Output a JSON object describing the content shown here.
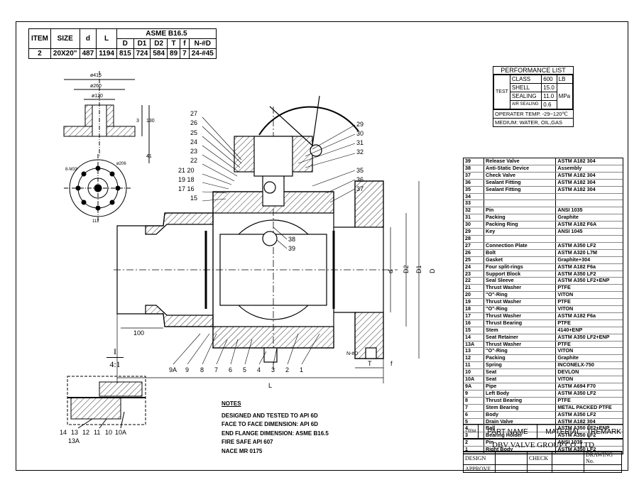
{
  "dims": {
    "headers_top": {
      "item": "ITEM",
      "size": "SIZE",
      "d": "d",
      "L": "L",
      "std": "ASME B16.5"
    },
    "headers_sub": [
      "D",
      "D1",
      "D2",
      "T",
      "f",
      "N-#D"
    ],
    "row": {
      "item": "2",
      "size": "20X20\"",
      "d": "487",
      "L": "1194",
      "D": "815",
      "D1": "724",
      "D2": "584",
      "T": "89",
      "f": "7",
      "N": "24-#45"
    }
  },
  "performance": {
    "title": "PERFORMANCE LIST",
    "test": "TEST",
    "class_label": "CLASS",
    "class_val": "600",
    "class_unit": "LB",
    "shell_label": "SHELL",
    "shell_val": "15.0",
    "sealing_label": "SEALING",
    "sealing_val": "11.0",
    "mpa": "MPa",
    "air_label": "AIR SEALING",
    "air_val": "0.6",
    "temp": "OPERATER TEMP.  -29~120℃",
    "medium": "MEDIUM: WATER, OIL,GAS"
  },
  "parts": [
    [
      "39",
      "Release Valve",
      "ASTM A182 304"
    ],
    [
      "38",
      "Anti-Static Device",
      "Assembly"
    ],
    [
      "37",
      "Check Valve",
      "ASTM A182 304"
    ],
    [
      "36",
      "Sealant Fitting",
      "ASTM A182 304"
    ],
    [
      "35",
      "Sealant Fitting",
      "ASTM A182 304"
    ],
    [
      "34",
      "",
      ""
    ],
    [
      "33",
      "",
      ""
    ],
    [
      "32",
      "Pin",
      "ANSI 1035"
    ],
    [
      "31",
      "Packing",
      "Graphite"
    ],
    [
      "30",
      "Packing Ring",
      "ASTM A182 F6A"
    ],
    [
      "29",
      "Key",
      "ANSI 1045"
    ],
    [
      "28",
      "",
      ""
    ],
    [
      "27",
      "Connection Plate",
      "ASTM A350 LF2"
    ],
    [
      "26",
      "Bolt",
      "ASTM A320 L7M"
    ],
    [
      "25",
      "Gasket",
      "Graphite+304"
    ],
    [
      "24",
      "Four split-rings",
      "ASTM A182 F6a"
    ],
    [
      "23",
      "Support Block",
      "ASTM A350 LF2"
    ],
    [
      "22",
      "Seal Sleeve",
      "ASTM A350 LF2+ENP"
    ],
    [
      "21",
      "Thrust Washer",
      "PTFE"
    ],
    [
      "20",
      "\"O\"-Ring",
      "VITON"
    ],
    [
      "19",
      "Thrust Washer",
      "PTFE"
    ],
    [
      "18",
      "\"O\"-Ring",
      "VITON"
    ],
    [
      "17",
      "Thrust Washer",
      "ASTM A182 F6a"
    ],
    [
      "16",
      "Thrust Bearing",
      "PTFE"
    ],
    [
      "15",
      "Stem",
      "4140+ENP"
    ],
    [
      "14",
      "Seat Retainer",
      "ASTM A350 LF2+ENP"
    ],
    [
      "13A",
      "Thrust Washer",
      "PTFE"
    ],
    [
      "13",
      "\"O\"-Ring",
      "VITON"
    ],
    [
      "12",
      "Packing",
      "Graphite"
    ],
    [
      "11",
      "Spring",
      "INCONELX-750"
    ],
    [
      "10",
      "Seat",
      "DEVLON"
    ],
    [
      "10A",
      "Seat",
      "VITON"
    ],
    [
      "9A",
      "Pipe",
      "ASTM A694 F70"
    ],
    [
      "9",
      "Left Body",
      "ASTM A350 LF2"
    ],
    [
      "8",
      "Thrust Bearing",
      "PTFE"
    ],
    [
      "7",
      "Stem Bearing",
      "METAL PACKED PTFE"
    ],
    [
      "6",
      "Body",
      "ASTM A350 LF2"
    ],
    [
      "5",
      "Drain Valve",
      "ASTM A182 304"
    ],
    [
      "4",
      "Ball",
      "ASTM A350 LF2+ENP"
    ],
    [
      "3",
      "Bearing Holder",
      "ASTM A350 LF2"
    ],
    [
      "2",
      "Pin",
      "ANSI 1035"
    ],
    [
      "1",
      "Right Body",
      "ASTM A350 LF2"
    ]
  ],
  "parts_header": {
    "item": "ITEM",
    "name": "PART NAME",
    "material": "MATERIAL",
    "remark": "REMARK"
  },
  "company": "DBV VALVE GROUP CO.,LTD",
  "sign": {
    "design": "DESIGN",
    "check": "CHECK",
    "drawing": "DRAWING No.",
    "approve": "APPROVE"
  },
  "notes": {
    "title": "NOTES",
    "lines": [
      "DESIGNED AND TESTED TO API 6D",
      "FACE TO FACE DIMENSION:  API 6D",
      "END FLANGE DIMENSION:  ASME B16.5",
      "FIRE SAFE API 607",
      "NACE MR 0175"
    ]
  },
  "detail": {
    "label": "I",
    "scale": "4:1"
  },
  "callouts": {
    "left_top": [
      "27",
      "26",
      "25",
      "24",
      "23",
      "22",
      "21 20",
      "19 18",
      "17 16",
      "15"
    ],
    "right_top": [
      "29",
      "30",
      "31",
      "32",
      "35",
      "36",
      "37"
    ],
    "center": [
      "38",
      "39"
    ],
    "bottom": [
      "9A",
      "9",
      "8",
      "7",
      "6",
      "5",
      "4",
      "3",
      "2",
      "1"
    ],
    "detail_bottom": [
      "14",
      "13",
      "12",
      "11",
      "10",
      "10A"
    ],
    "detail_13a": "13A",
    "dim_labels": {
      "d": "d",
      "D2": "D2",
      "D1": "D1",
      "D": "D",
      "L": "L",
      "T": "T",
      "f": "f",
      "N": "N-#D",
      "h100": "100",
      "top_415": "ø415",
      "top_260": "ø260",
      "top_120": "ø120",
      "v3": "3",
      "v130": "130",
      "v41": "41",
      "bolt_circle": "8-M33",
      "bolt_pcd": "ø206",
      "h112": "112"
    }
  }
}
